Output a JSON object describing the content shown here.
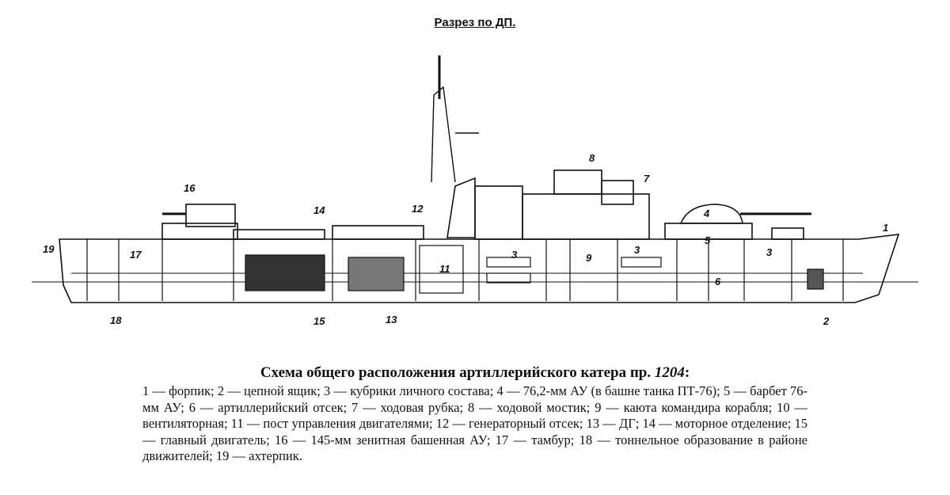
{
  "section_title": "Разрез по ДП.",
  "callouts": [
    "1",
    "2",
    "3",
    "3",
    "3",
    "4",
    "5",
    "6",
    "7",
    "8",
    "9",
    "11",
    "12",
    "13",
    "14",
    "15",
    "16",
    "17",
    "18",
    "19"
  ],
  "caption": {
    "title": "Схема общего расположения артиллерийского катера пр.",
    "project": "1204",
    "title_suffix": ":",
    "legend": "1 — форпик; 2 — цепной ящик; 3 — кубрики личного состава; 4 — 76,2-мм АУ (в башне танка ПТ-76); 5 — барбет 76-мм АУ; 6 — артиллерийский отсек; 7 — ходовая рубка; 8 — ходовой мостик; 9 — каюта командира корабля; 10 — вентиляторная; 11 — пост управления двигателями; 12 — генераторный отсек; 13 — ДГ; 14 — моторное отделение; 15 — главный двигатель; 16 — 145-мм зенитная башенная АУ; 17 — тамбур; 18 — тоннельное образование в районе движителей; 19 — ахтерпик."
  }
}
